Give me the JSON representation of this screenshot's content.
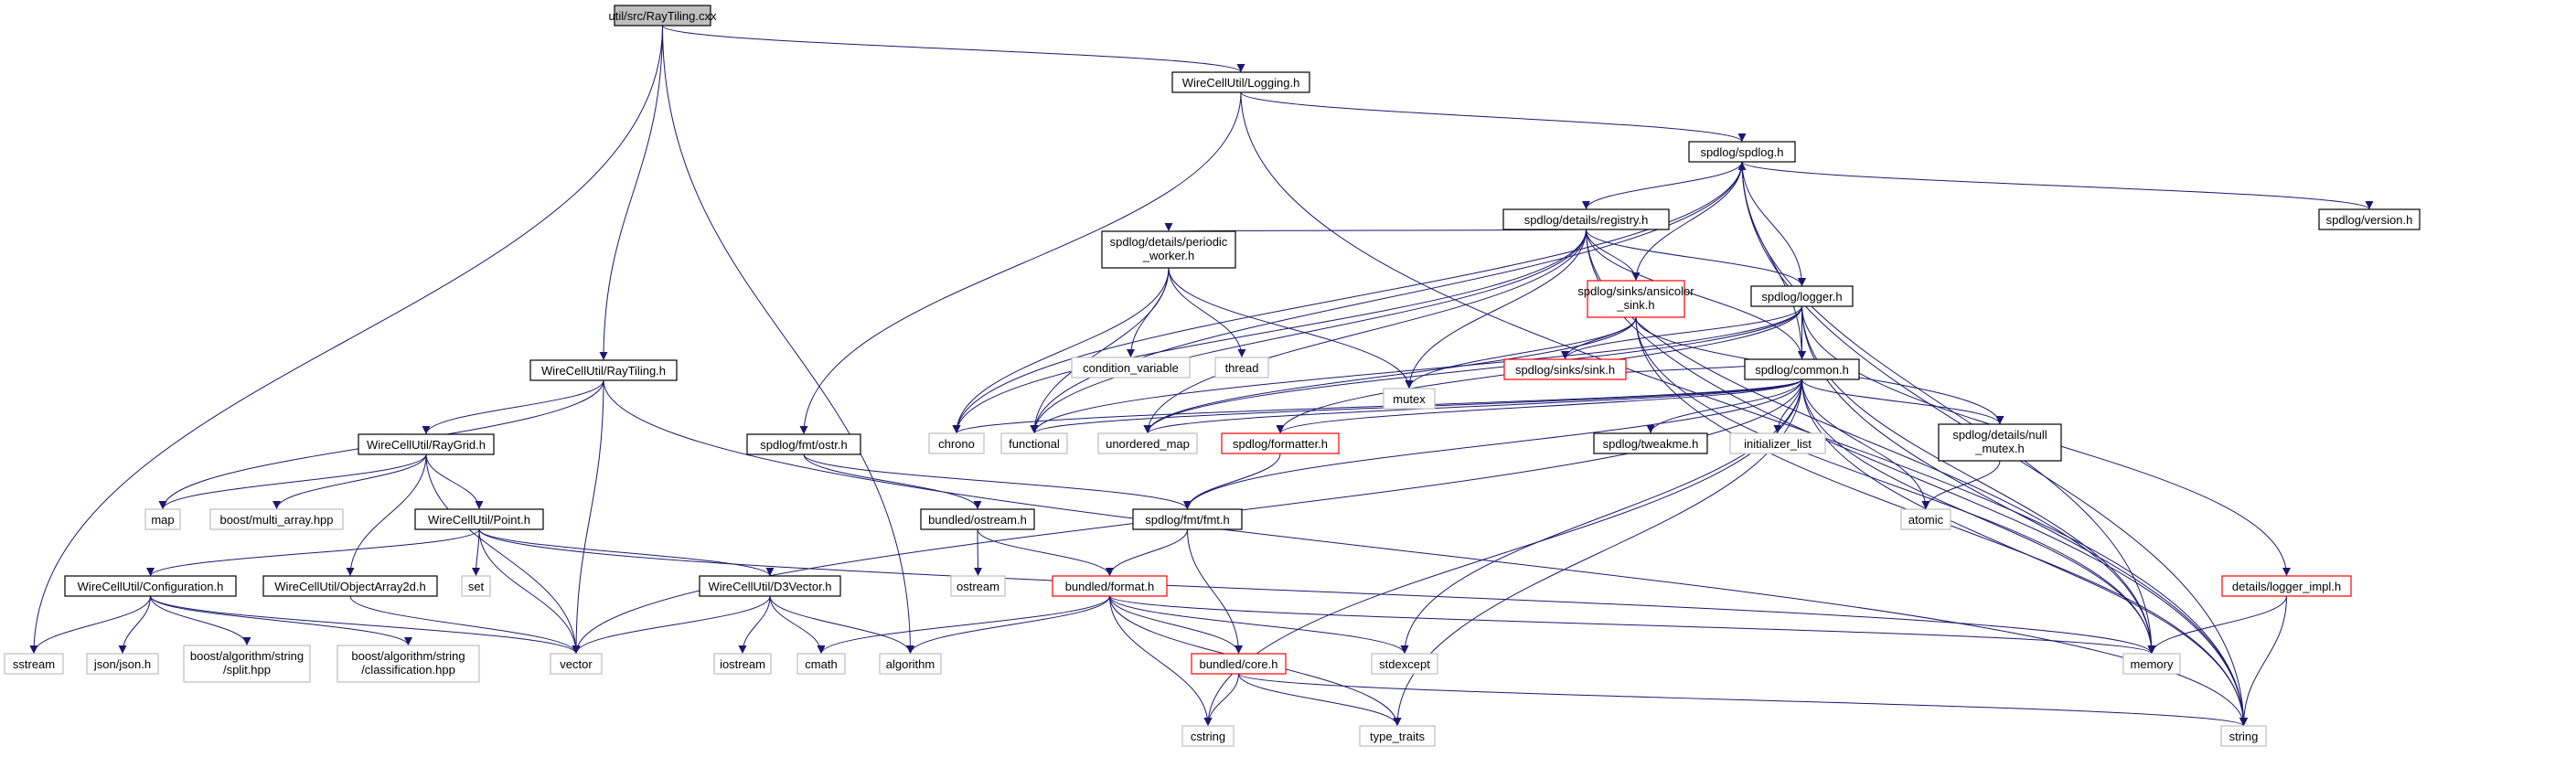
{
  "diagram": {
    "title": "util/src/RayTiling.cxx",
    "colors": {
      "edge": "#191970",
      "root_fill": "#bfbfbf",
      "box_border_strong": "#000000",
      "box_border_light": "#bfbfbf",
      "box_border_red": "#ff0000",
      "text": "#000000"
    },
    "nodes": [
      {
        "id": "root",
        "label": "util/src/RayTiling.cxx",
        "style": "root"
      },
      {
        "id": "logging",
        "label": "WireCellUtil/Logging.h",
        "style": "strong"
      },
      {
        "id": "spdlog",
        "label": "spdlog/spdlog.h",
        "style": "strong"
      },
      {
        "id": "registry",
        "label": "spdlog/details/registry.h",
        "style": "strong"
      },
      {
        "id": "version",
        "label": "spdlog/version.h",
        "style": "strong"
      },
      {
        "id": "periodic",
        "lines": [
          "spdlog/details/periodic",
          "_worker.h"
        ],
        "style": "strong"
      },
      {
        "id": "ansicolor",
        "lines": [
          "spdlog/sinks/ansicolor",
          "_sink.h"
        ],
        "style": "red"
      },
      {
        "id": "logger",
        "label": "spdlog/logger.h",
        "style": "strong"
      },
      {
        "id": "condvar",
        "label": "condition_variable",
        "style": "light"
      },
      {
        "id": "thread",
        "label": "thread",
        "style": "light"
      },
      {
        "id": "mutex",
        "label": "mutex",
        "style": "light"
      },
      {
        "id": "sink",
        "label": "spdlog/sinks/sink.h",
        "style": "red"
      },
      {
        "id": "common",
        "label": "spdlog/common.h",
        "style": "strong"
      },
      {
        "id": "raytiling",
        "label": "WireCellUtil/RayTiling.h",
        "style": "strong"
      },
      {
        "id": "chrono",
        "label": "chrono",
        "style": "light"
      },
      {
        "id": "functional",
        "label": "functional",
        "style": "light"
      },
      {
        "id": "unordered_map",
        "label": "unordered_map",
        "style": "light"
      },
      {
        "id": "formatter",
        "label": "spdlog/formatter.h",
        "style": "red"
      },
      {
        "id": "tweakme",
        "label": "spdlog/tweakme.h",
        "style": "strong"
      },
      {
        "id": "initlist",
        "label": "initializer_list",
        "style": "light"
      },
      {
        "id": "nullmutex",
        "lines": [
          "spdlog/details/null",
          "_mutex.h"
        ],
        "style": "strong"
      },
      {
        "id": "raygrid",
        "label": "WireCellUtil/RayGrid.h",
        "style": "strong"
      },
      {
        "id": "ostr",
        "label": "spdlog/fmt/ostr.h",
        "style": "strong"
      },
      {
        "id": "map",
        "label": "map",
        "style": "light"
      },
      {
        "id": "multiarray",
        "label": "boost/multi_array.hpp",
        "style": "light"
      },
      {
        "id": "b_ostream",
        "label": "bundled/ostream.h",
        "style": "strong"
      },
      {
        "id": "fmt",
        "label": "spdlog/fmt/fmt.h",
        "style": "strong"
      },
      {
        "id": "atomic",
        "label": "atomic",
        "style": "light"
      },
      {
        "id": "point",
        "label": "WireCellUtil/Point.h",
        "style": "strong"
      },
      {
        "id": "set",
        "label": "set",
        "style": "light"
      },
      {
        "id": "ostream",
        "label": "ostream",
        "style": "light"
      },
      {
        "id": "config",
        "label": "WireCellUtil/Configuration.h",
        "style": "strong"
      },
      {
        "id": "objarray",
        "label": "WireCellUtil/ObjectArray2d.h",
        "style": "strong"
      },
      {
        "id": "d3vector",
        "label": "WireCellUtil/D3Vector.h",
        "style": "strong"
      },
      {
        "id": "b_format",
        "label": "bundled/format.h",
        "style": "red"
      },
      {
        "id": "logger_impl",
        "label": "details/logger_impl.h",
        "style": "red"
      },
      {
        "id": "sstream",
        "label": "sstream",
        "style": "light"
      },
      {
        "id": "json",
        "label": "json/json.h",
        "style": "light"
      },
      {
        "id": "split",
        "lines": [
          "boost/algorithm/string",
          "/split.hpp"
        ],
        "style": "light"
      },
      {
        "id": "classif",
        "lines": [
          "boost/algorithm/string",
          "/classification.hpp"
        ],
        "style": "light"
      },
      {
        "id": "vector",
        "label": "vector",
        "style": "light"
      },
      {
        "id": "iostream",
        "label": "iostream",
        "style": "light"
      },
      {
        "id": "cmath",
        "label": "cmath",
        "style": "light"
      },
      {
        "id": "algorithm",
        "label": "algorithm",
        "style": "light"
      },
      {
        "id": "b_core",
        "label": "bundled/core.h",
        "style": "red"
      },
      {
        "id": "stdexcept",
        "label": "stdexcept",
        "style": "light"
      },
      {
        "id": "memory",
        "label": "memory",
        "style": "light"
      },
      {
        "id": "cstring",
        "label": "cstring",
        "style": "light"
      },
      {
        "id": "type_traits",
        "label": "type_traits",
        "style": "light"
      },
      {
        "id": "string",
        "label": "string",
        "style": "light"
      }
    ],
    "edges": [
      [
        "root",
        "logging"
      ],
      [
        "root",
        "raytiling"
      ],
      [
        "root",
        "sstream"
      ],
      [
        "root",
        "algorithm"
      ],
      [
        "logging",
        "spdlog"
      ],
      [
        "logging",
        "ostr"
      ],
      [
        "logging",
        "string"
      ],
      [
        "spdlog",
        "registry"
      ],
      [
        "spdlog",
        "version"
      ],
      [
        "spdlog",
        "logger"
      ],
      [
        "spdlog",
        "common"
      ],
      [
        "spdlog",
        "chrono"
      ],
      [
        "spdlog",
        "functional"
      ],
      [
        "spdlog",
        "memory"
      ],
      [
        "spdlog",
        "string"
      ],
      [
        "registry",
        "periodic"
      ],
      [
        "registry",
        "ansicolor"
      ],
      [
        "registry",
        "logger"
      ],
      [
        "registry",
        "common"
      ],
      [
        "registry",
        "chrono"
      ],
      [
        "registry",
        "functional"
      ],
      [
        "registry",
        "unordered_map"
      ],
      [
        "registry",
        "memory"
      ],
      [
        "registry",
        "string"
      ],
      [
        "registry",
        "mutex"
      ],
      [
        "periodic",
        "condvar"
      ],
      [
        "periodic",
        "thread"
      ],
      [
        "periodic",
        "mutex"
      ],
      [
        "periodic",
        "chrono"
      ],
      [
        "periodic",
        "functional"
      ],
      [
        "ansicolor",
        "spdlog"
      ],
      [
        "ansicolor",
        "sink"
      ],
      [
        "ansicolor",
        "nullmutex"
      ],
      [
        "ansicolor",
        "mutex"
      ],
      [
        "ansicolor",
        "memory"
      ],
      [
        "ansicolor",
        "string"
      ],
      [
        "ansicolor",
        "unordered_map"
      ],
      [
        "logger",
        "common"
      ],
      [
        "logger",
        "sink"
      ],
      [
        "logger",
        "formatter"
      ],
      [
        "logger",
        "logger_impl"
      ],
      [
        "logger",
        "memory"
      ],
      [
        "logger",
        "string"
      ],
      [
        "logger",
        "functional"
      ],
      [
        "logger",
        "unordered_map"
      ],
      [
        "sink",
        "common"
      ],
      [
        "common",
        "tweakme"
      ],
      [
        "common",
        "initlist"
      ],
      [
        "common",
        "nullmutex"
      ],
      [
        "common",
        "fmt"
      ],
      [
        "common",
        "atomic"
      ],
      [
        "common",
        "chrono"
      ],
      [
        "common",
        "functional"
      ],
      [
        "common",
        "unordered_map"
      ],
      [
        "common",
        "memory"
      ],
      [
        "common",
        "string"
      ],
      [
        "common",
        "stdexcept"
      ],
      [
        "common",
        "cstring"
      ],
      [
        "common",
        "type_traits"
      ],
      [
        "common",
        "vector"
      ],
      [
        "common",
        "formatter"
      ],
      [
        "nullmutex",
        "atomic"
      ],
      [
        "formatter",
        "fmt"
      ],
      [
        "raytiling",
        "raygrid"
      ],
      [
        "raytiling",
        "map"
      ],
      [
        "raytiling",
        "vector"
      ],
      [
        "raytiling",
        "string"
      ],
      [
        "raygrid",
        "point"
      ],
      [
        "raygrid",
        "objarray"
      ],
      [
        "raygrid",
        "map"
      ],
      [
        "raygrid",
        "multiarray"
      ],
      [
        "raygrid",
        "vector"
      ],
      [
        "point",
        "config"
      ],
      [
        "point",
        "d3vector"
      ],
      [
        "point",
        "set"
      ],
      [
        "point",
        "vector"
      ],
      [
        "point",
        "memory"
      ],
      [
        "config",
        "sstream"
      ],
      [
        "config",
        "json"
      ],
      [
        "config",
        "split"
      ],
      [
        "config",
        "classif"
      ],
      [
        "config",
        "vector"
      ],
      [
        "objarray",
        "vector"
      ],
      [
        "d3vector",
        "vector"
      ],
      [
        "d3vector",
        "iostream"
      ],
      [
        "d3vector",
        "cmath"
      ],
      [
        "d3vector",
        "algorithm"
      ],
      [
        "ostr",
        "b_ostream"
      ],
      [
        "ostr",
        "fmt"
      ],
      [
        "b_ostream",
        "ostream"
      ],
      [
        "b_ostream",
        "b_format"
      ],
      [
        "fmt",
        "b_format"
      ],
      [
        "fmt",
        "b_core"
      ],
      [
        "b_format",
        "b_core"
      ],
      [
        "b_format",
        "cmath"
      ],
      [
        "b_format",
        "algorithm"
      ],
      [
        "b_format",
        "stdexcept"
      ],
      [
        "b_format",
        "memory"
      ],
      [
        "b_format",
        "cstring"
      ],
      [
        "b_format",
        "type_traits"
      ],
      [
        "b_core",
        "cstring"
      ],
      [
        "b_core",
        "type_traits"
      ],
      [
        "b_core",
        "string"
      ],
      [
        "logger_impl",
        "memory"
      ],
      [
        "logger_impl",
        "string"
      ]
    ]
  }
}
